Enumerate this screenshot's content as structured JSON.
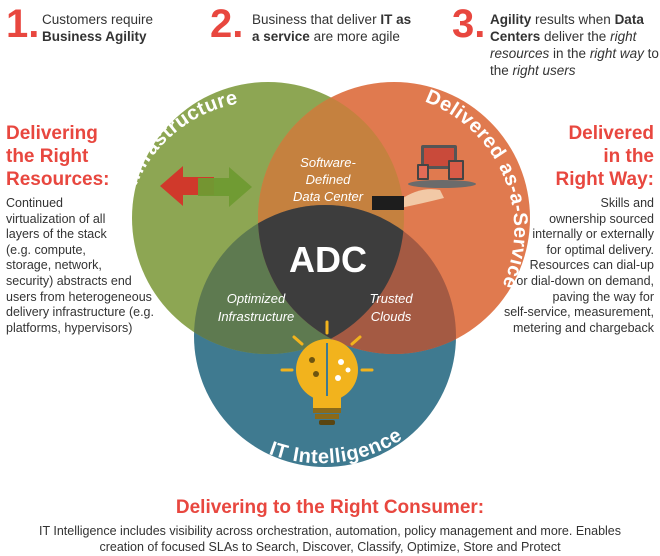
{
  "steps": [
    {
      "number": "1.",
      "line1": "Customers require",
      "line2_bold": "Business Agility"
    },
    {
      "number": "2.",
      "pre": "Business that deliver ",
      "bold1": "IT as",
      "bold2": "a service",
      "post": " are more agile"
    },
    {
      "number": "3.",
      "bold1": "Agility",
      "text1": " results when ",
      "bold2": "Data",
      "bold3": "Centers",
      "text2": " deliver the ",
      "ital1": "right",
      "ital2": "resources",
      "text3": " in the ",
      "ital3": "right way",
      "text4": " to",
      "text5": "the ",
      "ital4": "right users"
    }
  ],
  "left": {
    "title_lines": [
      "Delivering",
      "the Right",
      "Resources:"
    ],
    "body_lines": [
      "Continued",
      "virtualization of all",
      "layers of the stack",
      "(e.g. compute,",
      "storage, network,",
      "security) abstracts end",
      "users from heterogeneous",
      "delivery infrastructure (e.g.",
      "platforms, hypervisors)"
    ]
  },
  "right": {
    "title_lines": [
      "Delivered",
      "in the",
      "Right Way:"
    ],
    "body_lines": [
      "Skills and",
      "ownership sourced",
      "internally or externally",
      "for optimal delivery.",
      "Resources can dial-up",
      "or dial-down on demand,",
      "paving the way for",
      "self-service, measurement,",
      "metering and chargeback"
    ]
  },
  "venn": {
    "circle_green_label": "Elastic Infrastructure",
    "circle_orange_label": "Delivered as-a-Service",
    "circle_blue_label": "IT Intelligence",
    "overlap_top": [
      "Software-",
      "Defined",
      "Data Center"
    ],
    "overlap_left": [
      "Optimized",
      "Infrastructure"
    ],
    "overlap_right": [
      "Trusted",
      "Clouds"
    ],
    "center": "ADC",
    "colors": {
      "green": "#8da653",
      "orange": "#e07a4f",
      "blue": "#3f7a90",
      "center": "#3d3d3d"
    }
  },
  "bottom": {
    "title": "Delivering to the Right Consumer:",
    "body_lines": [
      "IT Intelligence includes visibility across orchestration, automation, policy management and more. Enables",
      "creation of focused SLAs to Search, Discover, Classify, Optimize, Store and Protect"
    ]
  }
}
